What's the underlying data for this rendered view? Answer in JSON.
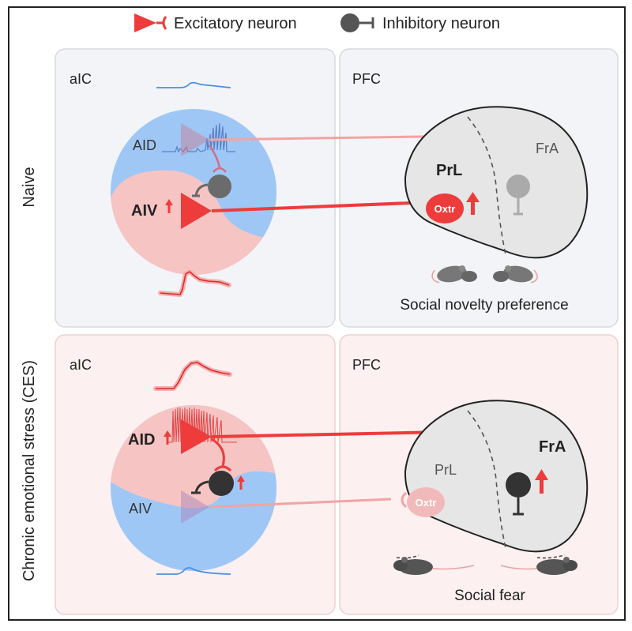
{
  "legend": {
    "excitatory_label": "Excitatory neuron",
    "inhibitory_label": "Inhibitory neuron"
  },
  "rows": {
    "naive": {
      "row_label": "Naive",
      "left_panel": {
        "title": "aIC",
        "upper_region": "AID",
        "lower_region": "AIV"
      },
      "right_panel": {
        "title": "PFC",
        "region_bold": "PrL",
        "region_plain": "FrA",
        "receptor": "Oxtr",
        "caption": "Social novelty preference"
      }
    },
    "ces": {
      "row_label": "Chronic emotional stress (CES)",
      "left_panel": {
        "title": "aIC",
        "upper_region": "AID",
        "lower_region": "AIV"
      },
      "right_panel": {
        "title": "PFC",
        "region_bold": "FrA",
        "region_plain": "PrL",
        "receptor": "Oxtr",
        "caption": "Social fear"
      }
    }
  },
  "colors": {
    "excitatory": "#ee3b3b",
    "inhibitory": "#444444",
    "aid_blue": "#9ec7f6",
    "aiv_pink": "#f7c4c4",
    "naive_bg": "#f3f4f7",
    "ces_bg": "#fdf0f0",
    "pfc_bg": "#e6e6e6",
    "trace_blue": "#4a90e2"
  }
}
